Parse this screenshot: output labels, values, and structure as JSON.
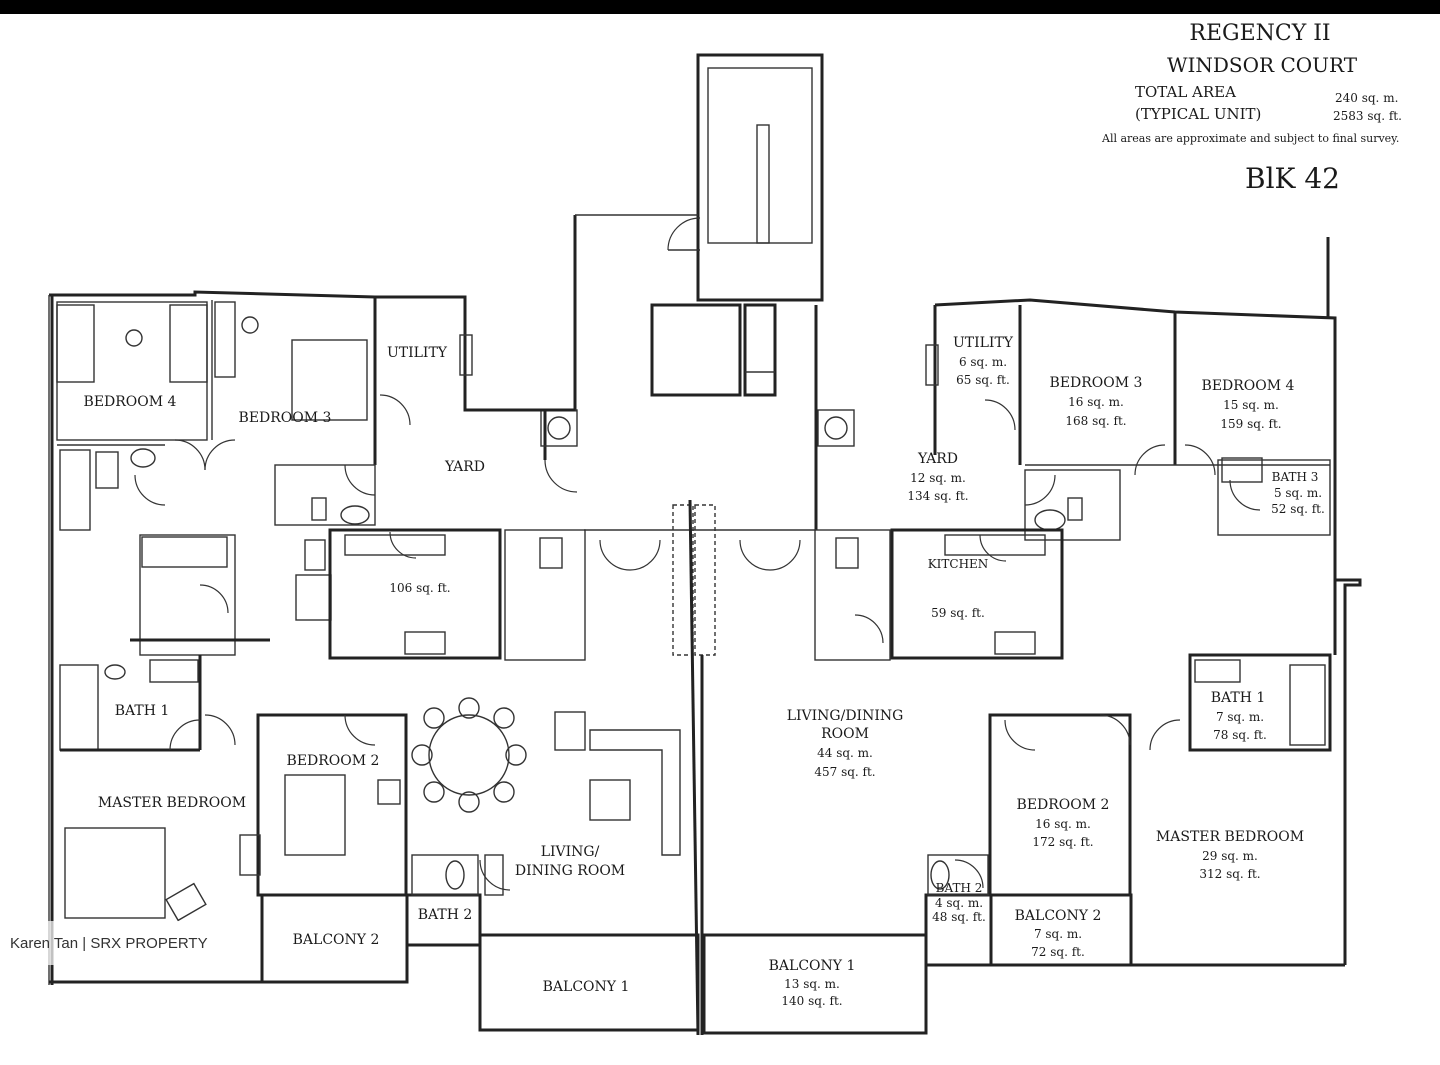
{
  "header": {
    "title": "REGENCY II",
    "subtitle": "WINDSOR COURT",
    "area_label": "TOTAL AREA",
    "area_note": "(TYPICAL UNIT)",
    "area_sqm": "240 sq. m.",
    "area_sqft": "2583 sq. ft.",
    "disclaimer": "All areas are approximate and subject to final survey.",
    "block": "BlK 42"
  },
  "credit": "Karen Tan | SRX PROPERTY",
  "left_unit": {
    "bedroom4": "BEDROOM 4",
    "bedroom3": "BEDROOM 3",
    "utility": "UTILITY",
    "yard": "YARD",
    "bath1": "BATH 1",
    "master_bedroom": "MASTER BEDROOM",
    "bedroom2": "BEDROOM 2",
    "bath2": "BATH 2",
    "balcony2": "BALCONY 2",
    "balcony1": "BALCONY 1",
    "living_dining_1": "LIVING/",
    "living_dining_2": "DINING ROOM",
    "kitchen_sqft": "106 sq. ft."
  },
  "right_unit": {
    "utility": "UTILITY",
    "utility_sqm": "6 sq. m.",
    "utility_sqft": "65 sq. ft.",
    "bedroom3": "BEDROOM 3",
    "bedroom3_sqm": "16 sq. m.",
    "bedroom3_sqft": "168 sq. ft.",
    "bedroom4": "BEDROOM 4",
    "bedroom4_sqm": "15 sq. m.",
    "bedroom4_sqft": "159 sq. ft.",
    "bath3": "BATH 3",
    "bath3_sqm": "5 sq. m.",
    "bath3_sqft": "52 sq. ft.",
    "yard": "YARD",
    "yard_sqm": "12 sq. m.",
    "yard_sqft": "134 sq. ft.",
    "kitchen": "KITCHEN",
    "kitchen_sqft": "59 sq. ft.",
    "living_dining_1": "LIVING/DINING",
    "living_dining_2": "ROOM",
    "living_dining_sqm": "44 sq. m.",
    "living_dining_sqft": "457  sq. ft.",
    "bath1": "BATH 1",
    "bath1_sqm": "7 sq. m.",
    "bath1_sqft": "78 sq. ft.",
    "bedroom2": "BEDROOM 2",
    "bedroom2_sqm": "16 sq. m.",
    "bedroom2_sqft": "172 sq. ft.",
    "master_bedroom": "MASTER BEDROOM",
    "master_sqm": "29 sq. m.",
    "master_sqft": "312 sq. ft.",
    "bath2": "BATH 2",
    "bath2_sqm": "4 sq. m.",
    "bath2_sqft": "48 sq. ft.",
    "balcony2": "BALCONY 2",
    "balcony2_sqm": "7 sq. m.",
    "balcony2_sqft": "72 sq. ft.",
    "balcony1": "BALCONY 1",
    "balcony1_sqm": "13 sq. m.",
    "balcony1_sqft": "140 sq. ft."
  }
}
